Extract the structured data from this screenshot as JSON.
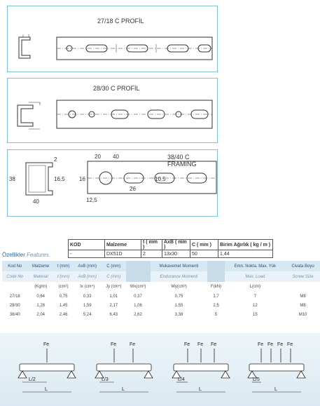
{
  "profiles": [
    {
      "title": "27/18 C PROFİL",
      "dim_a": "27",
      "dim_b": "18"
    },
    {
      "title": "28/30 C PROFİL",
      "dim_a": "28",
      "dim_b": "30"
    },
    {
      "title": "38/40 C FRAMING",
      "dims": {
        "d2": "2",
        "d38": "38",
        "d165": "16,5",
        "d40": "40",
        "d20": "20",
        "d40b": "40",
        "d16": "16",
        "d105": "10,5",
        "d26": "26",
        "d125": "12,5"
      }
    }
  ],
  "spec_table": {
    "headers": [
      "KOD",
      "Malzeme",
      "t ( mm )",
      "AxB ( mm )",
      "C ( mm )",
      "Birim Ağırlık ( kg / m )"
    ],
    "row": [
      "-",
      "DX51D",
      "2",
      "13x30",
      "50",
      "1,44"
    ]
  },
  "features": {
    "title": "Özellikler",
    "title_en": "Features",
    "headers_tr": [
      "Kod No",
      "Malzeme",
      "t (mm)",
      "AxB (mm)",
      "C (mm)",
      "",
      "Mukavemet Momenti",
      "",
      "Emn. Nokta. Max. Yük",
      "Civata Boyu"
    ],
    "headers_en": [
      "Code No",
      "Material",
      "t (mm)",
      "AxB (mm)",
      "C (mm)",
      "",
      "Endurance Momenti",
      "",
      "Max. Load",
      "Screw Size"
    ],
    "units": [
      "",
      "(Kg/m)",
      "(cm²)",
      "Ix (cm⁴)",
      "Jy (cm⁴)",
      "Wx(cm³)",
      "Wy(cm³)",
      "F(kN)",
      "L(cm)",
      ""
    ],
    "rows": [
      [
        "27/18",
        "0,64",
        "0,75",
        "0,33",
        "1,01",
        "0,37",
        "0,75",
        "1,7",
        "7",
        "M8"
      ],
      [
        "28/30",
        "1,28",
        "1,45",
        "1,59",
        "2,17",
        "1,06",
        "1,55",
        "2,5",
        "12",
        "M8"
      ],
      [
        "38/40",
        "2,04",
        "2,46",
        "5,24",
        "6,43",
        "2,62",
        "3,38",
        "5",
        "15",
        "M10"
      ]
    ]
  },
  "load_diagrams": [
    {
      "loads": [
        "Fe"
      ],
      "span_label": "L/2",
      "length_label": "L"
    },
    {
      "loads": [
        "Fe",
        "Fe"
      ],
      "span_label": "L/3",
      "length_label": "L"
    },
    {
      "loads": [
        "Fe",
        "Fe",
        "Fe"
      ],
      "span_label": "L/4",
      "length_label": "L"
    },
    {
      "loads": [
        "Fe",
        "Fe",
        "Fe",
        "Fe"
      ],
      "span_label": "L/5",
      "length_label": "L"
    }
  ],
  "colors": {
    "panel_border": "#7cc3d4",
    "header_blue": "#d8e8f2",
    "title_blue": "#1f6fa4"
  }
}
